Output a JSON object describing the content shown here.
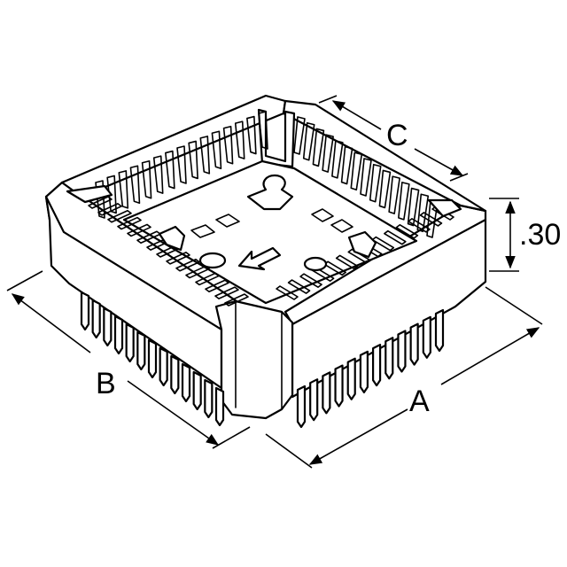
{
  "dimensions": {
    "a": "A",
    "b": "B",
    "c": "C",
    "height": ".30"
  },
  "colors": {
    "line": "#000000",
    "background": "#ffffff"
  }
}
